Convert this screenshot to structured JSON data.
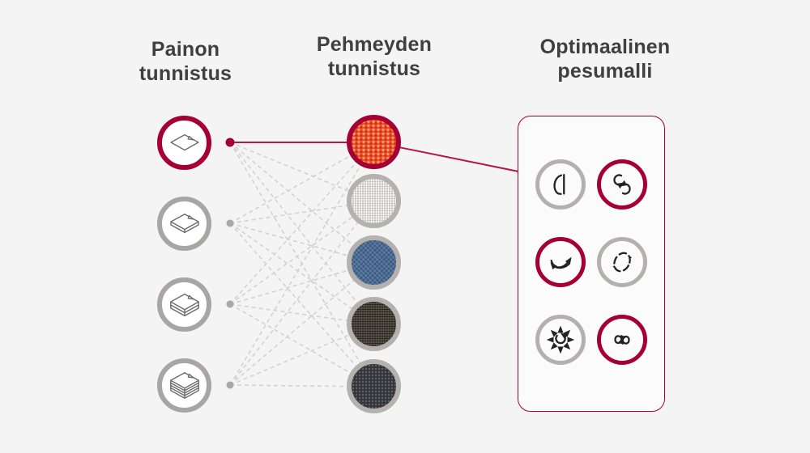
{
  "title_headers": {
    "weight": "Painon\ntunnistus",
    "softness": "Pehmeyden\ntunnistus",
    "optimal": "Optimaalinen\npesumalli"
  },
  "colors": {
    "page_background": "#f4f4f4",
    "accent_crimson": "#a50034",
    "highlight_line": "#b51747",
    "gray_ring_weight": "#a8a5a2",
    "gray_ring_texture": "#b4b1ae",
    "dashed_connector": "#d3d2d1",
    "node_dot_gray": "#a8a8a8",
    "heading_text": "#3f3f3f",
    "panel_background": "#fbfbfb"
  },
  "weight_column": {
    "items": [
      {
        "icon": "fabric-single-sheet-icon",
        "ring": "crimson",
        "highlighted": true
      },
      {
        "icon": "fabric-thin-stack-icon",
        "ring": "gray",
        "highlighted": false
      },
      {
        "icon": "fabric-medium-stack-icon",
        "ring": "gray",
        "highlighted": false
      },
      {
        "icon": "fabric-thick-stack-icon",
        "ring": "gray",
        "highlighted": false
      }
    ]
  },
  "softness_column": {
    "items": [
      {
        "icon": "orange-knit-fabric-swatch",
        "base_color": "#ef4f2b",
        "ring": "crimson",
        "highlighted": true
      },
      {
        "icon": "light-linen-fabric-swatch",
        "base_color": "#dddcd8",
        "ring": "gray",
        "highlighted": false
      },
      {
        "icon": "blue-denim-fabric-swatch",
        "base_color": "#4a6b94",
        "ring": "gray",
        "highlighted": false
      },
      {
        "icon": "dark-weave-fabric-swatch",
        "base_color": "#494239",
        "ring": "gray",
        "highlighted": false
      },
      {
        "icon": "charcoal-knit-fabric-swatch",
        "base_color": "#33333b",
        "ring": "gray",
        "highlighted": false
      }
    ]
  },
  "wash_pattern_panel": {
    "motions": [
      {
        "icon": "tumble-motion-icon",
        "ring": "gray",
        "highlighted": false
      },
      {
        "icon": "rolling-motion-icon",
        "ring": "crimson",
        "highlighted": true
      },
      {
        "icon": "swing-motion-icon",
        "ring": "crimson",
        "highlighted": true
      },
      {
        "icon": "stepping-motion-icon",
        "ring": "gray",
        "highlighted": false
      },
      {
        "icon": "scrub-motion-icon",
        "ring": "gray",
        "highlighted": false
      },
      {
        "icon": "filtration-motion-icon",
        "ring": "crimson",
        "highlighted": true
      }
    ]
  },
  "connections": {
    "style": "dashed",
    "dashed_count": 19,
    "highlighted_path": "weight-node-1 > softness-node-1 > wash-pattern-panel"
  }
}
